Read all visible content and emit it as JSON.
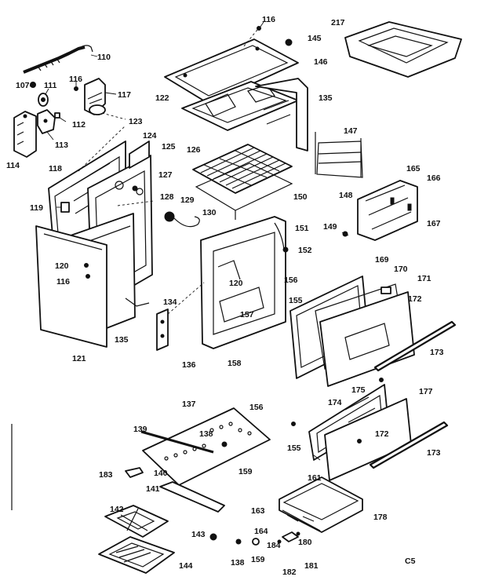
{
  "labels": {
    "l110": "110",
    "l107": "107",
    "l111": "111",
    "l116a": "116",
    "l117": "117",
    "l112": "112",
    "l113": "113",
    "l114": "114",
    "l123": "123",
    "l122": "122",
    "l116b": "116",
    "l145": "145",
    "l146": "146",
    "l217": "217",
    "l135a": "135",
    "l147": "147",
    "l124": "124",
    "l125": "125",
    "l126": "126",
    "l127": "127",
    "l118": "118",
    "l128": "128",
    "l129": "129",
    "l130": "130",
    "l150": "150",
    "l165": "165",
    "l166": "166",
    "l148": "148",
    "l119": "119",
    "l167": "167",
    "l149": "149",
    "l151": "151",
    "l152": "152",
    "l120a": "120",
    "l116c": "116",
    "l169": "169",
    "l170": "170",
    "l120b": "120",
    "l156a": "156",
    "l171": "171",
    "l155a": "155",
    "l172a": "172",
    "l134": "134",
    "l157": "157",
    "l135b": "135",
    "l121": "121",
    "l136": "136",
    "l158": "158",
    "l173a": "173",
    "l175": "175",
    "l177": "177",
    "l137": "137",
    "l156b": "156",
    "l174": "174",
    "l139": "139",
    "l138a": "138",
    "l172b": "172",
    "l155b": "155",
    "l173b": "173",
    "l183": "183",
    "l140": "140",
    "l159a": "159",
    "l161": "161",
    "l141": "141",
    "l163": "163",
    "l142": "142",
    "l143": "143",
    "l178": "178",
    "l164": "164",
    "l184": "184",
    "l180": "180",
    "l138b": "138",
    "l159b": "159",
    "l181": "181",
    "l182": "182",
    "l144": "144",
    "cs": "C5"
  }
}
